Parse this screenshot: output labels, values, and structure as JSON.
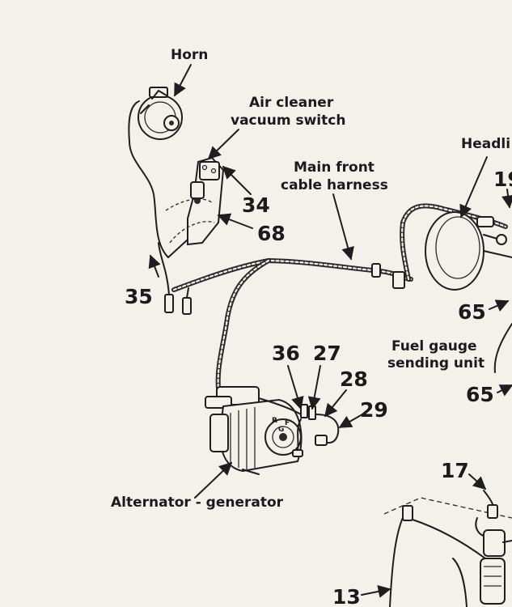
{
  "labels": {
    "horn": "Horn",
    "air_cleaner_1": "Air cleaner",
    "air_cleaner_2": "vacuum switch",
    "main_front_1": "Main front",
    "main_front_2": "cable harness",
    "headlight": "Headli",
    "fuel_gauge_1": "Fuel gauge",
    "fuel_gauge_2": "sending unit",
    "alternator": "Alternator - generator"
  },
  "callouts": {
    "n34": "34",
    "n68": "68",
    "n35": "35",
    "n36": "36",
    "n27": "27",
    "n28": "28",
    "n29": "29",
    "n19": "19",
    "n65a": "65",
    "n65b": "65",
    "n17": "17",
    "n13": "13"
  }
}
